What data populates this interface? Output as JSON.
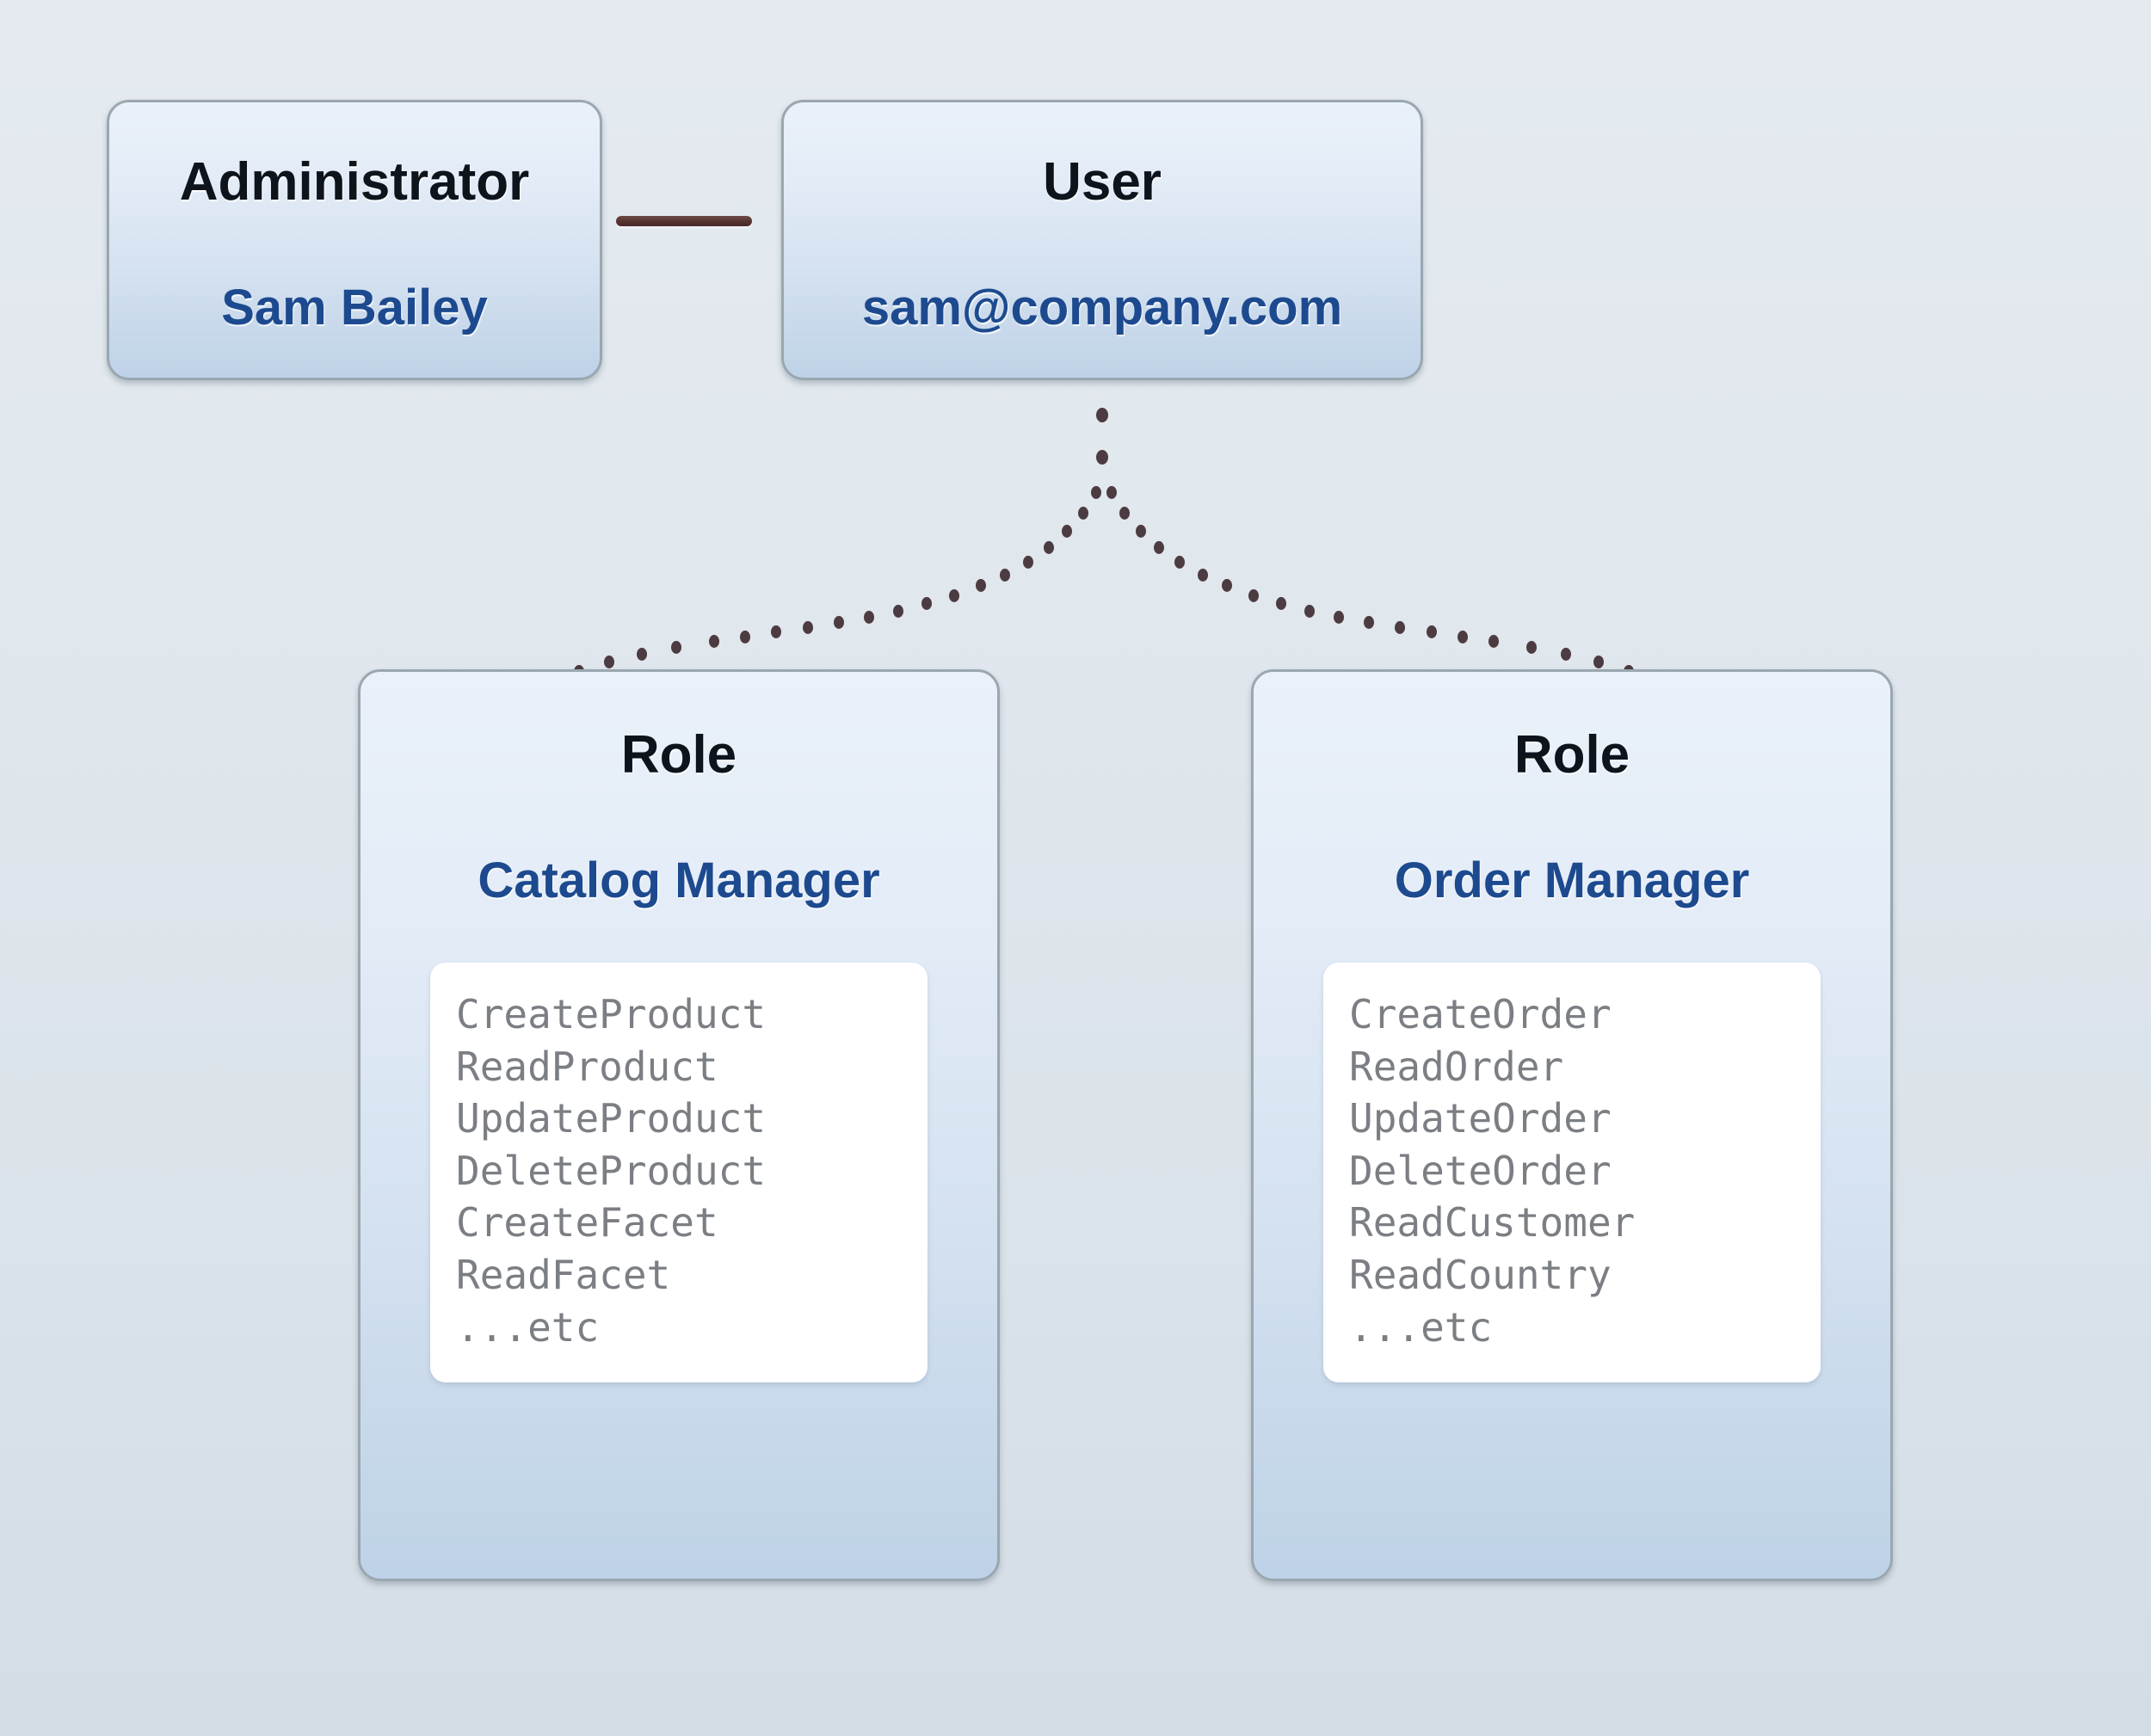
{
  "diagram": {
    "title": "Administrator user with roles and permissions",
    "colors": {
      "background_top": "#e4eaf0",
      "background_bottom": "#d4dce4",
      "node_border": "#9aa7b0",
      "node_fill_top": "#eaf1f9",
      "node_fill_bottom": "#bed2e7",
      "type_label": "#0d141c",
      "name_label": "#1d4a8f",
      "permission_text": "#7b7f84",
      "solid_connector": "#54332f",
      "dotted_connector": "#4c3b41",
      "permission_card": "#ffffff"
    },
    "nodes": {
      "administrator": {
        "type_label": "Administrator",
        "name_label": "Sam Bailey"
      },
      "user": {
        "type_label": "User",
        "name_label": "sam@company.com"
      },
      "roles": [
        {
          "type_label": "Role",
          "name_label": "Catalog Manager",
          "permissions": [
            "CreateProduct",
            "ReadProduct",
            "UpdateProduct",
            "DeleteProduct",
            "CreateFacet",
            "ReadFacet",
            "...etc"
          ]
        },
        {
          "type_label": "Role",
          "name_label": "Order Manager",
          "permissions": [
            "CreateOrder",
            "ReadOrder",
            "UpdateOrder",
            "DeleteOrder",
            "ReadCustomer",
            "ReadCountry",
            "...etc"
          ]
        }
      ]
    },
    "edges": [
      {
        "from": "administrator",
        "to": "user",
        "style": "solid"
      },
      {
        "from": "user",
        "to": "role-catalog-manager",
        "style": "dotted"
      },
      {
        "from": "user",
        "to": "role-order-manager",
        "style": "dotted"
      }
    ]
  }
}
